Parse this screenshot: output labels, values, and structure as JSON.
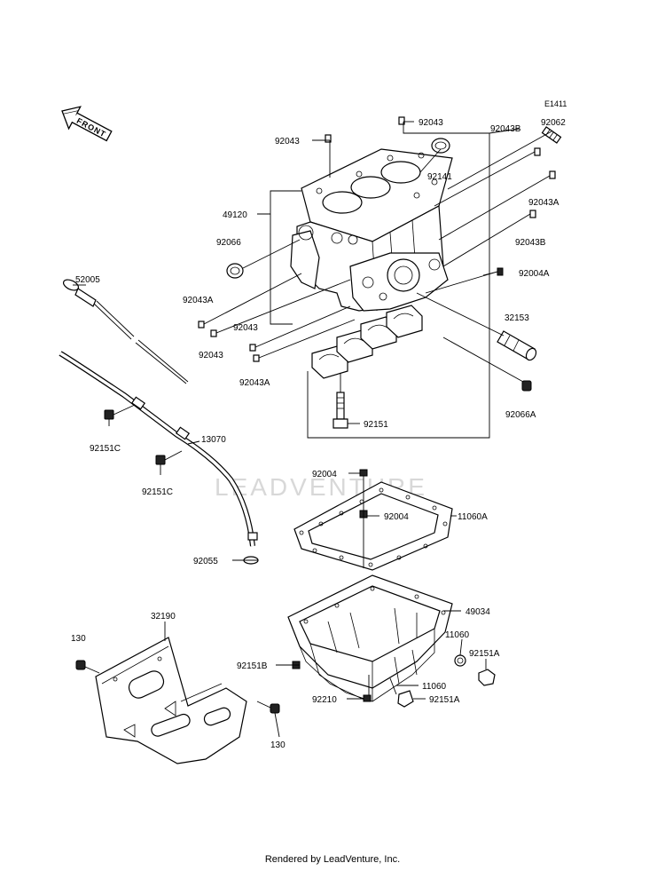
{
  "diagram_code": "E1411",
  "front_label": "FRONT",
  "watermark": "LEADVENTURE",
  "footer": "Rendered by LeadVenture, Inc.",
  "labels": {
    "l92043_top": "92043",
    "l92043_b": "92043",
    "l92043B_a": "92043B",
    "l92062": "92062",
    "l92141": "92141",
    "l92043A_a": "92043A",
    "l49120": "49120",
    "l92066": "92066",
    "l92043B_b": "92043B",
    "l92004A": "92004A",
    "l52005": "52005",
    "l92043A_b": "92043A",
    "l92043_c": "92043",
    "l92043_d": "92043",
    "l32153": "32153",
    "l92043A_c": "92043A",
    "l92066A": "92066A",
    "l92151": "92151",
    "l92151C_a": "92151C",
    "l13070": "13070",
    "l92151C_b": "92151C",
    "l92004_a": "92004",
    "l92004_b": "92004",
    "l11060A": "11060A",
    "l92055": "92055",
    "l32190": "32190",
    "l49034": "49034",
    "l130_a": "130",
    "l11060_a": "11060",
    "l92151A_a": "92151A",
    "l92151B": "92151B",
    "l11060_b": "11060",
    "l92210": "92210",
    "l92151A_b": "92151A",
    "l130_b": "130"
  }
}
